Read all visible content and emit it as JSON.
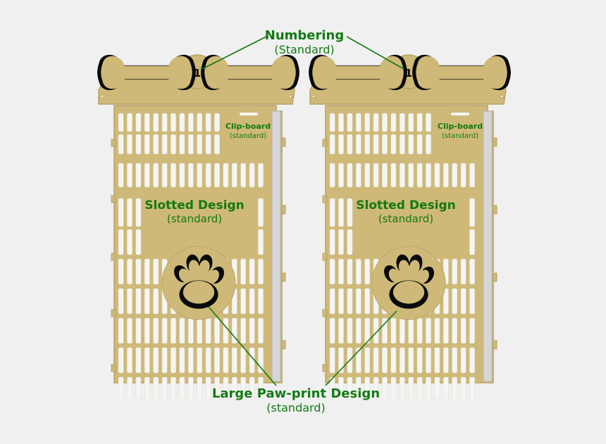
{
  "colors": {
    "panel": "#cfb978",
    "panel_edge": "#b8a364",
    "outline": "#0a0a0a",
    "label_green": "#127a12",
    "background": "#f0f0f1",
    "clip_bar": "#d6d6d6"
  },
  "callouts": {
    "numbering": {
      "title": "Numbering",
      "subtitle": "(Standard)"
    },
    "pawprint": {
      "title": "Large Paw-print Design",
      "subtitle": "(standard)"
    }
  },
  "gates": [
    {
      "number": "1",
      "clipboard": {
        "title": "Clip-board",
        "subtitle": "(standard)"
      },
      "slotted": {
        "title": "Slotted Design",
        "subtitle": "(standard)"
      }
    },
    {
      "number": "1",
      "clipboard": {
        "title": "Clip-board",
        "subtitle": "(standard)"
      },
      "slotted": {
        "title": "Slotted Design",
        "subtitle": "(standard)"
      }
    }
  ],
  "icons": [
    "bone-icon",
    "paw-print-icon"
  ]
}
